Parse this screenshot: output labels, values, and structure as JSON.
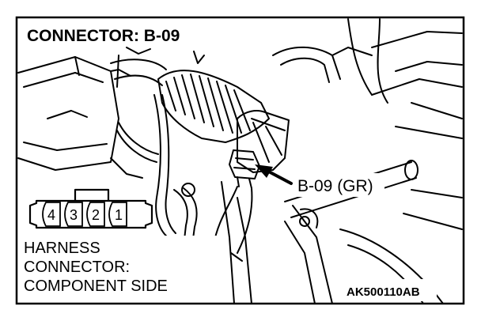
{
  "title": "CONNECTOR: B-09",
  "callout_label": "B-09 (GR)",
  "pins": [
    "4",
    "3",
    "2",
    "1"
  ],
  "harness_label": {
    "line1": "HARNESS",
    "line2": "CONNECTOR:",
    "line3": "COMPONENT SIDE"
  },
  "figure_code": "AK500110AB",
  "colors": {
    "line": "#000000",
    "paper": "#ffffff",
    "label_band": "#ffffff"
  }
}
